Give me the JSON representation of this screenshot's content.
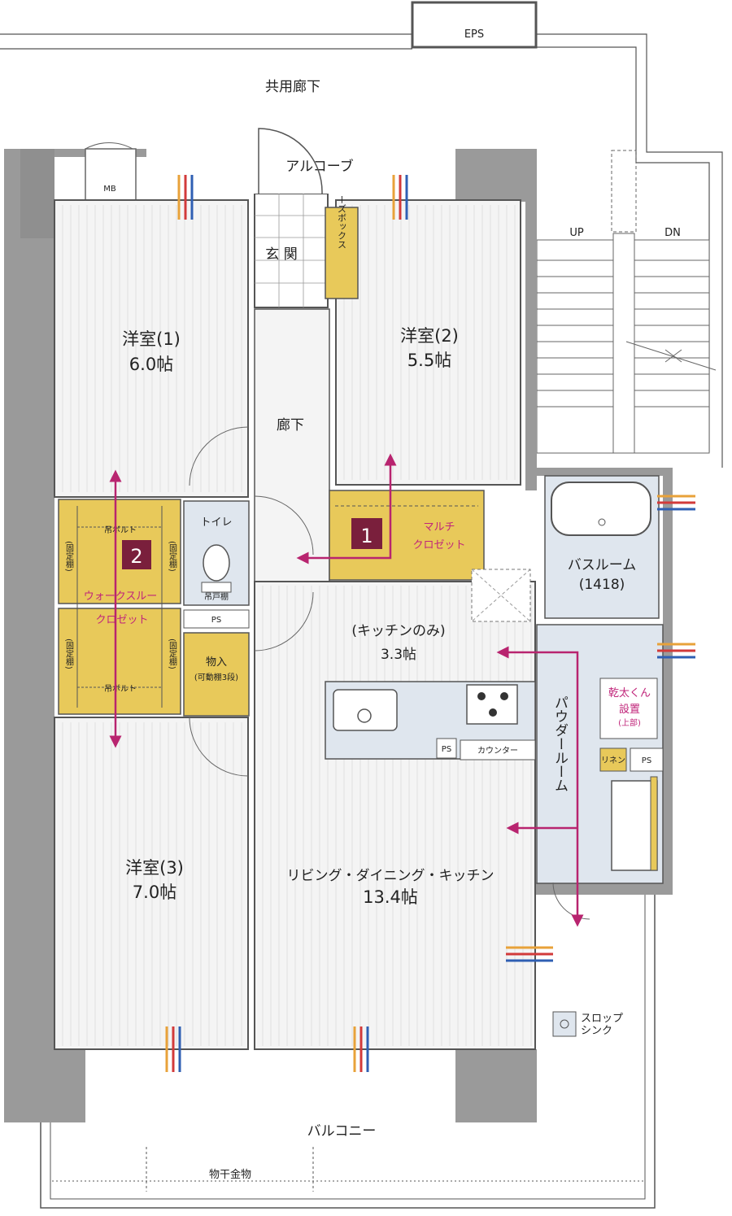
{
  "colors": {
    "wall": "#8a8a8a",
    "floor": "#f3f3f3",
    "closet": "#e8c95a",
    "wet": "#dfe6ee",
    "accent": "#b8246f",
    "red_pipe": "#d23a3a",
    "blue_pipe": "#2f5fb3",
    "orange_pipe": "#e8a23a"
  },
  "labels": {
    "eps": "EPS",
    "common_corridor": "共用廊下",
    "alcove": "アルコーブ",
    "mb": "MB",
    "entrance": "玄 関",
    "shoebox": "シューズボックス",
    "hallway": "廊下",
    "up": "UP",
    "dn": "DN",
    "balcony": "バルコニー",
    "laundry_pole": "物干金物",
    "slop_sink": "スロップ\nシンク",
    "ps": "PS",
    "counter": "カウンター",
    "linen": "リネン"
  },
  "rooms": {
    "western1": {
      "name": "洋室(1)",
      "size": "6.0帖"
    },
    "western2": {
      "name": "洋室(2)",
      "size": "5.5帖"
    },
    "western3": {
      "name": "洋室(3)",
      "size": "7.0帖"
    },
    "ldk": {
      "name": "リビング・ダイニング・キッチン",
      "size": "13.4帖"
    },
    "kitchen_only": {
      "name": "(キッチンのみ)",
      "size": "3.3帖"
    },
    "toilet": {
      "name": "トイレ"
    },
    "toilet_shelf": {
      "name": "吊戸棚"
    },
    "storage": {
      "name": "物入",
      "note": "(可動棚3段)"
    },
    "bathroom": {
      "name": "バスルーム",
      "size": "(1418)"
    },
    "powder_room": {
      "name": "パウダールーム"
    },
    "dryer": {
      "line1": "乾太くん",
      "line2": "設置",
      "line3": "(上部)"
    }
  },
  "closets": {
    "multi": {
      "badge": "1",
      "line1": "マルチ",
      "line2": "クロゼット"
    },
    "walkthrough": {
      "badge": "2",
      "line1": "ウォークスルー",
      "line2": "クロゼット",
      "fixed_shelf": "(固定棚)",
      "hanging_bolt": "吊ボルト"
    }
  }
}
